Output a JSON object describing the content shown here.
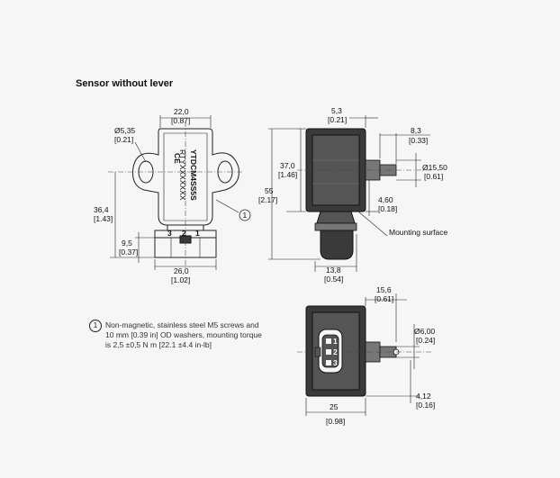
{
  "title": "Sensor without lever",
  "front_view": {
    "width_mm": "22,0",
    "width_in": "[0.87]",
    "hole_mm": "Ø5,35",
    "hole_in": "[0.21]",
    "height_mm": "36,4",
    "height_in": "[1.43]",
    "connector_h_mm": "9,5",
    "connector_h_in": "[0.37]",
    "base_w_mm": "26,0",
    "base_w_in": "[1.02]",
    "label_line1": "YTDCM4SS5S",
    "label_line2": "RTYXXXXXXX",
    "ce_mark": "CE",
    "pins": [
      "3",
      "2",
      "1"
    ],
    "callout": "1"
  },
  "side_view": {
    "top_mm": "5,3",
    "top_in": "[0.21]",
    "shaft_mm": "8,3",
    "shaft_in": "[0.33]",
    "body_h_mm": "37,0",
    "body_h_in": "[1.46]",
    "total_h_mm": "55",
    "total_h_in": "[2.17]",
    "shaft_dia_mm": "Ø15,50",
    "shaft_dia_in": "[0.61]",
    "offset_mm": "4,60",
    "offset_in": "[0.18]",
    "base_mm": "13,8",
    "base_in": "[0.54]",
    "mounting_label": "Mounting surface"
  },
  "bottom_view": {
    "depth_mm": "15,6",
    "depth_in": "[0.61]",
    "pin_dia_mm": "Ø6,00",
    "pin_dia_in": "[0.24]",
    "offset_mm": "4,12",
    "offset_in": "[0.16]",
    "width_mm": "25",
    "width_in": "[0.98]",
    "pins": [
      "1",
      "2",
      "3"
    ]
  },
  "note": {
    "number": "1",
    "text": "Non-magnetic, stainless steel M5 screws and 10 mm [0.39 in] OD washers, mounting torque is 2,5 ±0,5 N m [22.1 ±4.4 in-lb]"
  }
}
